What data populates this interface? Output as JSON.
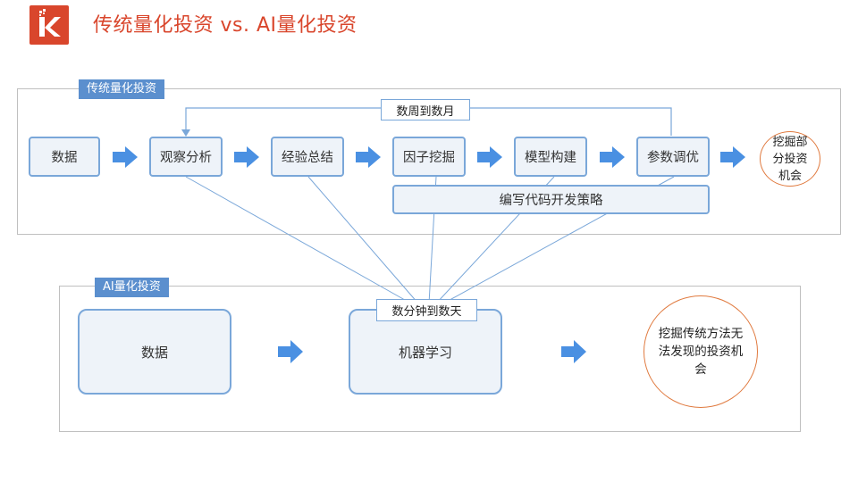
{
  "header": {
    "title": "传统量化投资 vs. AI量化投资"
  },
  "colors": {
    "accent": "#d9462c",
    "label_bg": "#5b8fce",
    "box_border": "#7aa7d9",
    "box_fill": "#eef3f9",
    "arrow": "#4a90e2",
    "outcome_border": "#e07a3f"
  },
  "traditional": {
    "label": "传统量化投资",
    "steps": [
      "数据",
      "观察分析",
      "经验总结",
      "因子挖掘",
      "模型构建",
      "参数调优"
    ],
    "loop_label": "数周到数月",
    "code_bar": "编写代码开发策略",
    "outcome": "挖掘部分投资机会"
  },
  "ai": {
    "label": "AI量化投资",
    "steps": [
      "数据",
      "机器学习"
    ],
    "time_label": "数分钟到数天",
    "outcome": "挖掘传统方法无法发现的投资机会"
  }
}
